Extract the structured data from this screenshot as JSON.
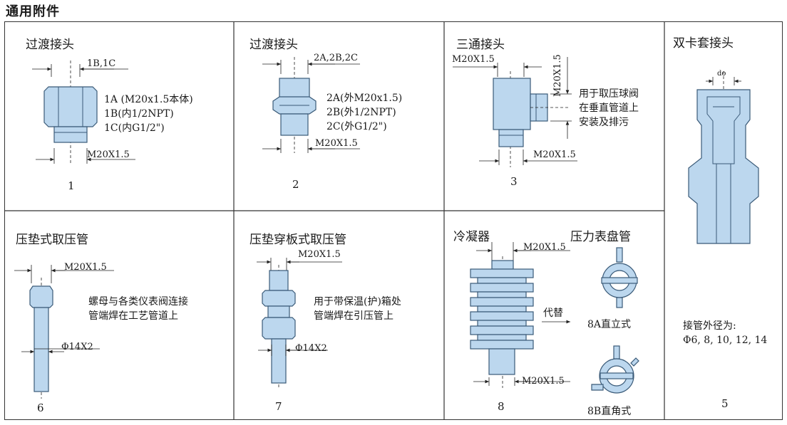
{
  "page_title": "通用附件",
  "cells": {
    "c1": {
      "title": "过渡接头",
      "top_label": "1B,1C",
      "notes": [
        "1A (M20x1.5本体)",
        "1B(内1/2NPT)",
        "1C(内G1/2\")"
      ],
      "bottom_label": "M20X1.5",
      "number": "1"
    },
    "c2": {
      "title": "过渡接头",
      "top_label": "2A,2B,2C",
      "notes": [
        "2A(外M20x1.5)",
        "2B(外1/2NPT)",
        "2C(外G1/2\")"
      ],
      "bottom_label": "M20X1.5",
      "number": "2"
    },
    "c3": {
      "title": "三通接头",
      "top_label": "M20X1.5",
      "side_label": "M20X1.5",
      "notes": [
        "用于取压球阀",
        "在垂直管道上",
        "安装及排污"
      ],
      "bottom_label": "M20X1.5",
      "number": "3"
    },
    "c5": {
      "title": "双卡套接头",
      "do_label": "do",
      "notes": [
        "接管外径为:",
        "Φ6, 8, 10, 12, 14"
      ],
      "number": "5"
    },
    "c6": {
      "title": "压垫式取压管",
      "top_label": "M20X1.5",
      "notes": [
        "螺母与各类仪表阀连接",
        "管端焊在工艺管道上"
      ],
      "dia_label": "Φ14X2",
      "number": "6"
    },
    "c7": {
      "title": "压垫穿板式取压管",
      "top_label": "M20X1.5",
      "notes": [
        "用于带保温(护)箱处",
        "管端焊在引压管上"
      ],
      "dia_label": "Φ14X2",
      "number": "7"
    },
    "c8": {
      "title": "冷凝器",
      "title2": "压力表盘管",
      "top_label": "M20X1.5",
      "bottom_label": "M20X1.5",
      "replace_label": "代替",
      "sub_a": "8A直立式",
      "sub_b": "8B直角式",
      "number": "8"
    }
  },
  "colors": {
    "part_fill": "#bcd7ee",
    "part_stroke": "#3a5a78",
    "line": "#222222"
  }
}
